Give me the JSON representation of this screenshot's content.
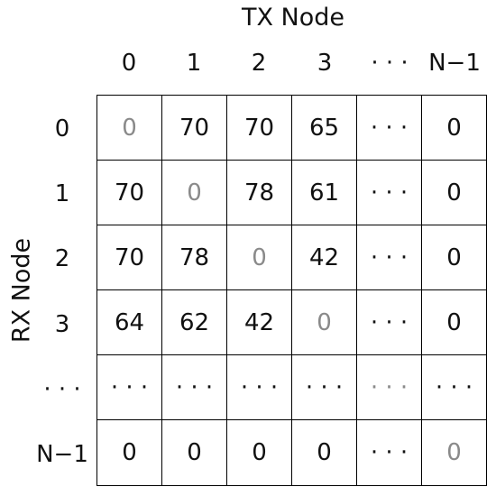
{
  "title_x": "TX Node",
  "title_y": "RX Node",
  "col_labels": [
    "0",
    "1",
    "2",
    "3",
    "· · ·",
    "N−1"
  ],
  "row_labels": [
    "0",
    "1",
    "2",
    "3",
    "· · ·",
    "N−1"
  ],
  "cells": [
    [
      "0",
      "70",
      "70",
      "65",
      "· · ·",
      "0"
    ],
    [
      "70",
      "0",
      "78",
      "61",
      "· · ·",
      "0"
    ],
    [
      "70",
      "78",
      "0",
      "42",
      "· · ·",
      "0"
    ],
    [
      "64",
      "62",
      "42",
      "0",
      "· · ·",
      "0"
    ],
    [
      "· · ·",
      "· · ·",
      "· · ·",
      "· · ·",
      "· · ·",
      "· · ·"
    ],
    [
      "0",
      "0",
      "0",
      "0",
      "· · ·",
      "0"
    ]
  ],
  "colors": {
    "grid_line": "#000000",
    "diagonal_text": "#8a8a8a",
    "text": "#111111"
  }
}
